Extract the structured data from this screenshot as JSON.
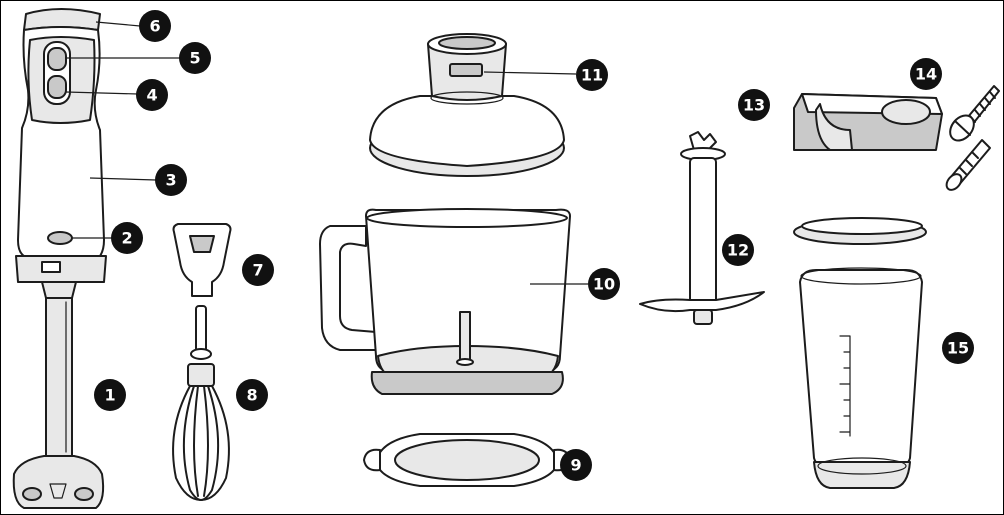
{
  "callouts": [
    {
      "id": "1",
      "label": "1"
    },
    {
      "id": "2",
      "label": "2"
    },
    {
      "id": "3",
      "label": "3"
    },
    {
      "id": "4",
      "label": "4"
    },
    {
      "id": "5",
      "label": "5"
    },
    {
      "id": "6",
      "label": "6"
    },
    {
      "id": "7",
      "label": "7"
    },
    {
      "id": "8",
      "label": "8"
    },
    {
      "id": "9",
      "label": "9"
    },
    {
      "id": "10",
      "label": "10"
    },
    {
      "id": "11",
      "label": "11"
    },
    {
      "id": "12",
      "label": "12"
    },
    {
      "id": "13",
      "label": "13"
    },
    {
      "id": "14",
      "label": "14"
    },
    {
      "id": "15",
      "label": "15"
    }
  ],
  "colors": {
    "line": "#1c1c1c",
    "badge": "#111111",
    "badge_text": "#ffffff",
    "shade": "#e8e8e8"
  }
}
